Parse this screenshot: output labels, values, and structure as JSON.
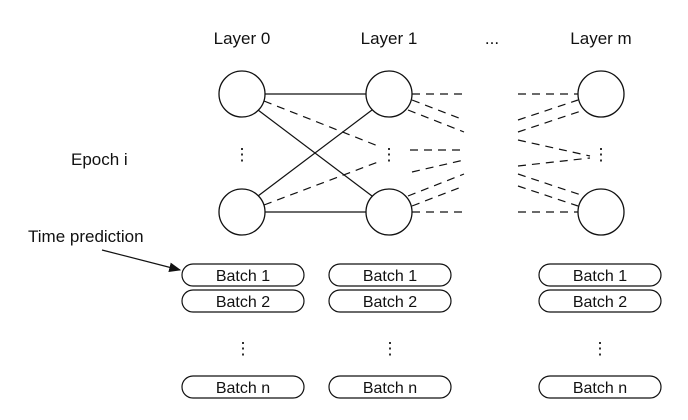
{
  "layers": {
    "layer0": "Layer 0",
    "layer1": "Layer 1",
    "ellipsis": "...",
    "layerm": "Layer m"
  },
  "epoch_label": "Epoch i",
  "time_prediction_label": "Time prediction",
  "vertical_ellipsis": "⋮",
  "batches": {
    "batch1": "Batch 1",
    "batch2": "Batch 2",
    "batchn": "Batch n"
  },
  "colors": {
    "stroke": "#111111",
    "background": "#ffffff"
  }
}
